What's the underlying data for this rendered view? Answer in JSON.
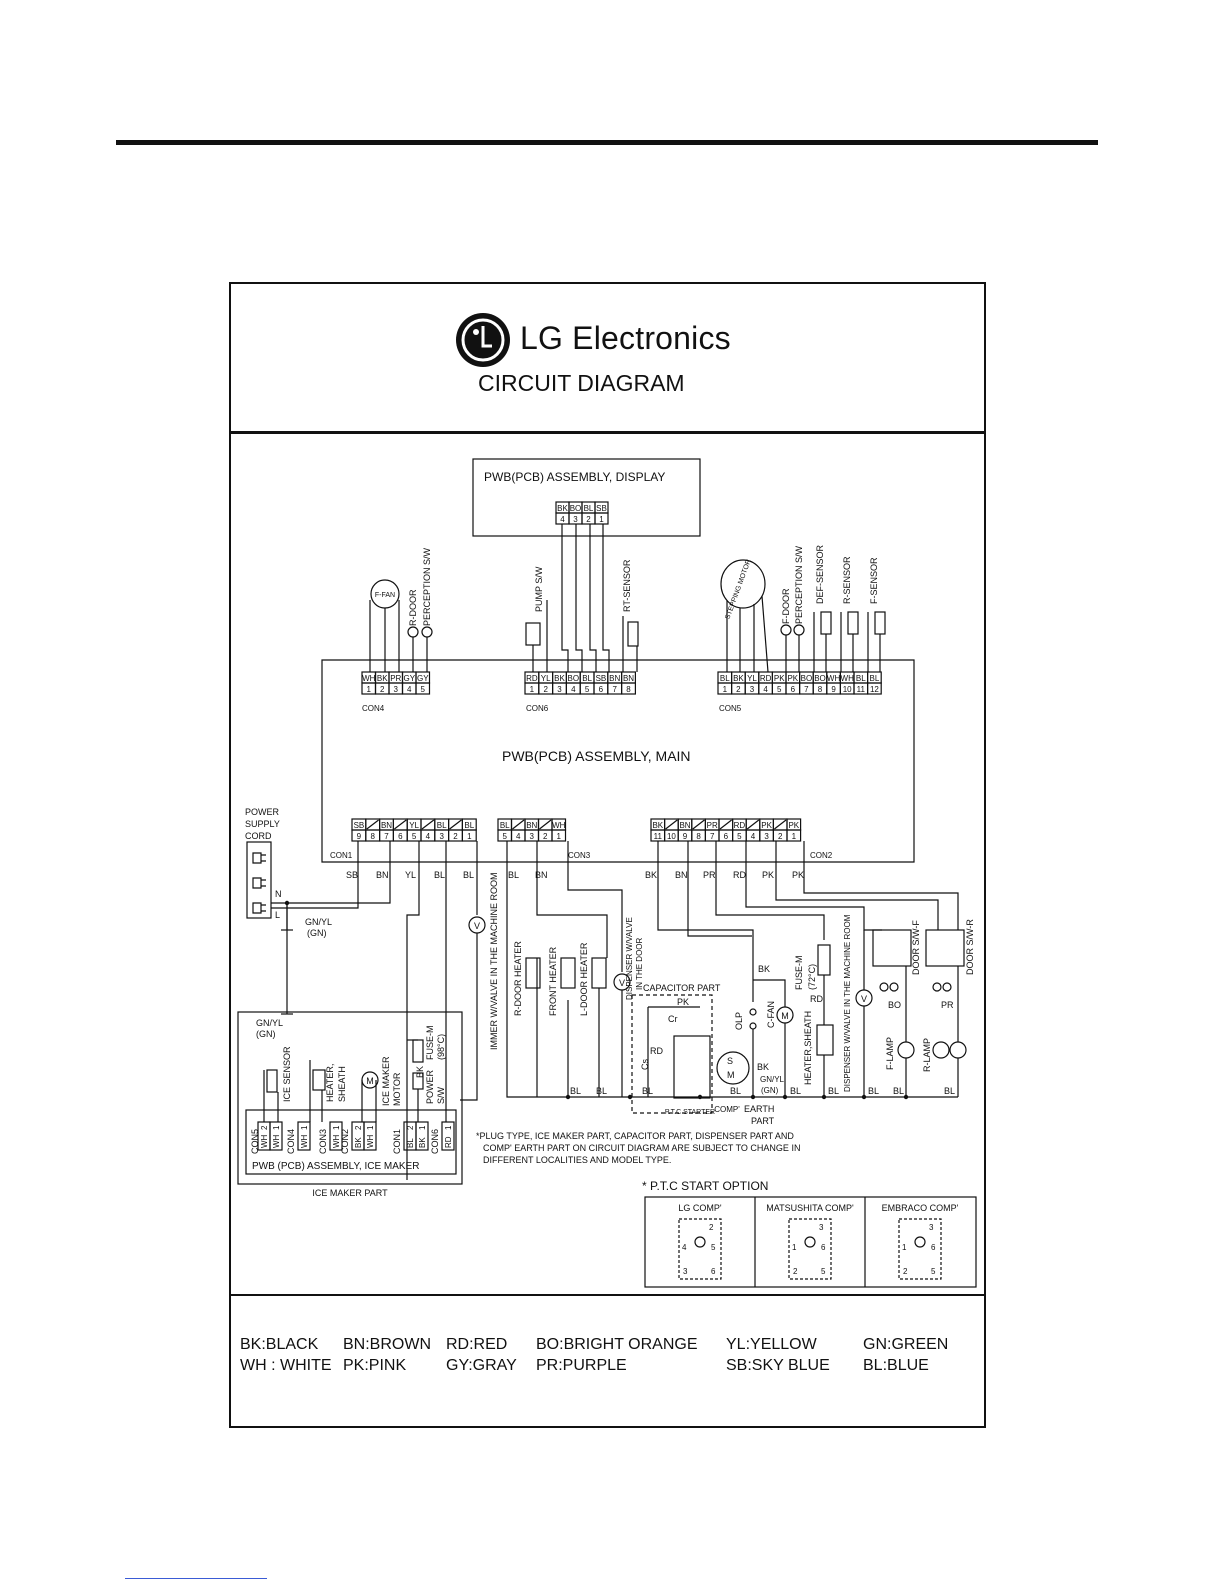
{
  "header": {
    "brand": "LG Electronics",
    "title": "CIRCUIT DIAGRAM"
  },
  "pcb": {
    "display_title": "PWB(PCB) ASSEMBLY, DISPLAY",
    "main_title": "PWB(PCB) ASSEMBLY, MAIN",
    "icemaker_title": "PWB (PCB) ASSEMBLY, ICE MAKER",
    "display_con": {
      "colors": [
        "BK",
        "BO",
        "BL",
        "SB"
      ],
      "pins": [
        "4",
        "3",
        "2",
        "1"
      ]
    },
    "con4": {
      "label": "CON4",
      "colors": [
        "WH",
        "BK",
        "PR",
        "GY",
        "GY"
      ],
      "pins": [
        "1",
        "2",
        "3",
        "4",
        "5"
      ]
    },
    "con6": {
      "label": "CON6",
      "colors": [
        "RD",
        "YL",
        "BK",
        "BO",
        "BL",
        "SB",
        "BN",
        "BN"
      ],
      "pins": [
        "1",
        "2",
        "3",
        "4",
        "5",
        "6",
        "7",
        "8"
      ]
    },
    "con5": {
      "label": "CON5",
      "colors": [
        "BL",
        "BK",
        "YL",
        "RD",
        "PK",
        "PK",
        "BO",
        "BO",
        "WH",
        "WH",
        "BL",
        "BL"
      ],
      "pins": [
        "1",
        "2",
        "3",
        "4",
        "5",
        "6",
        "7",
        "8",
        "9",
        "10",
        "11",
        "12"
      ]
    },
    "con1": {
      "label": "CON1",
      "colors": [
        "SB",
        "",
        "BN",
        "",
        "YL",
        "",
        "BL",
        "",
        "BL"
      ],
      "pins": [
        "9",
        "8",
        "7",
        "6",
        "5",
        "4",
        "3",
        "2",
        "1"
      ]
    },
    "con3": {
      "label": "CON3",
      "colors": [
        "BL",
        "",
        "BN",
        "",
        "WH"
      ],
      "pins": [
        "5",
        "4",
        "3",
        "2",
        "1"
      ]
    },
    "con2": {
      "label": "CON2",
      "colors": [
        "BK",
        "",
        "BN",
        "",
        "PR",
        "",
        "RD",
        "",
        "PK",
        "",
        "PK"
      ],
      "pins": [
        "11",
        "10",
        "9",
        "8",
        "7",
        "6",
        "5",
        "4",
        "3",
        "2",
        "1"
      ]
    }
  },
  "components": {
    "f_fan": "F-FAN",
    "r_door": "R-DOOR",
    "perception_sw_1": "PERCEPTION S/W",
    "pump_sw": "PUMP S/W",
    "rt_sensor": "RT-SENSOR",
    "stepping_motor": "STEPPING MOTOR",
    "f_door": "F-DOOR",
    "perception_sw_2": "PERCEPTION S/W",
    "def_sensor": "DEF-SENSOR",
    "r_sensor": "R-SENSOR",
    "f_sensor": "F-SENSOR",
    "power_supply_cord": [
      "POWER",
      "SUPPLY",
      "CORD"
    ],
    "gn_yl": "GN/YL",
    "gn": "(GN)",
    "immer_valve": "IMMER W/VALVE IN THE MACHINE ROOM",
    "r_door_heater": "R-DOOR HEATER",
    "front_heater": "FRONT HEATER",
    "l_door_heater": "L-DOOR HEATER",
    "dispenser_door": [
      "DISPENSER W/VALVE",
      "IN THE DOOR"
    ],
    "capacitor_part": "CAPACITOR PART",
    "olp": "OLP",
    "c_fan": "C-FAN",
    "fuse_72": [
      "FUSE-M",
      "(72°C)"
    ],
    "heater_sheath": "HEATER,SHEATH",
    "dispenser_machine": "DISPENSER W/VALVE IN THE MACHINE ROOM",
    "f_lamp": "F-LAMP",
    "r_lamp": "R-LAMP",
    "door_sw_f": "DOOR S/W-F",
    "door_sw_r": "DOOR S/W-R",
    "ptc_starter": "P.T.C STARTER",
    "comp": "COMP'",
    "earth_part": [
      "EARTH",
      "PART"
    ],
    "ice_sensor": "ICE SENSOR",
    "ice_heater": [
      "HEATER,",
      "SHEATH"
    ],
    "ice_motor": [
      "ICE MAKER",
      "MOTOR"
    ],
    "fuse_98": [
      "FUSE-M",
      "(98°C)"
    ],
    "power_sw": [
      "POWER",
      "S/W"
    ],
    "ice_maker_part": "ICE MAKER PART"
  },
  "wire_labels": {
    "con1": [
      "SB",
      "BN",
      "YL",
      "BL",
      "BL"
    ],
    "con3": [
      "BL",
      "BN"
    ],
    "con2": [
      "BK",
      "BN",
      "PR",
      "RD",
      "PK",
      "PK"
    ],
    "misc": [
      "BK",
      "RD",
      "RD",
      "PK",
      "Cr",
      "Cs",
      "BK",
      "BL",
      "BL",
      "BL",
      "BL",
      "BL",
      "BL",
      "BL",
      "BL",
      "BO",
      "PR",
      "S",
      "M",
      "BK",
      "N",
      "L"
    ]
  },
  "note": [
    "*PLUG TYPE, ICE MAKER PART, CAPACITOR PART, DISPENSER PART AND",
    "COMP' EARTH PART ON CIRCUIT DIAGRAM ARE SUBJECT TO CHANGE IN",
    "DIFFERENT LOCALITIES AND MODEL TYPE."
  ],
  "ptc_option": {
    "title": "* P.T.C   START OPTION",
    "columns": [
      "LG COMP'",
      "MATSUSHITA COMP'",
      "EMBRACO COMP'"
    ]
  },
  "icemaker_connectors": [
    "CON5",
    "CON4",
    "CON3",
    "CON2",
    "CON1",
    "CON6"
  ],
  "legend": [
    [
      "BK:BLACK",
      "BN:BROWN",
      "RD:RED",
      "BO:BRIGHT ORANGE",
      "YL:YELLOW",
      "GN:GREEN"
    ],
    [
      "WH : WHITE",
      "PK:PINK",
      "GY:GRAY",
      "PR:PURPLE",
      "SB:SKY BLUE",
      "BL:BLUE"
    ]
  ]
}
